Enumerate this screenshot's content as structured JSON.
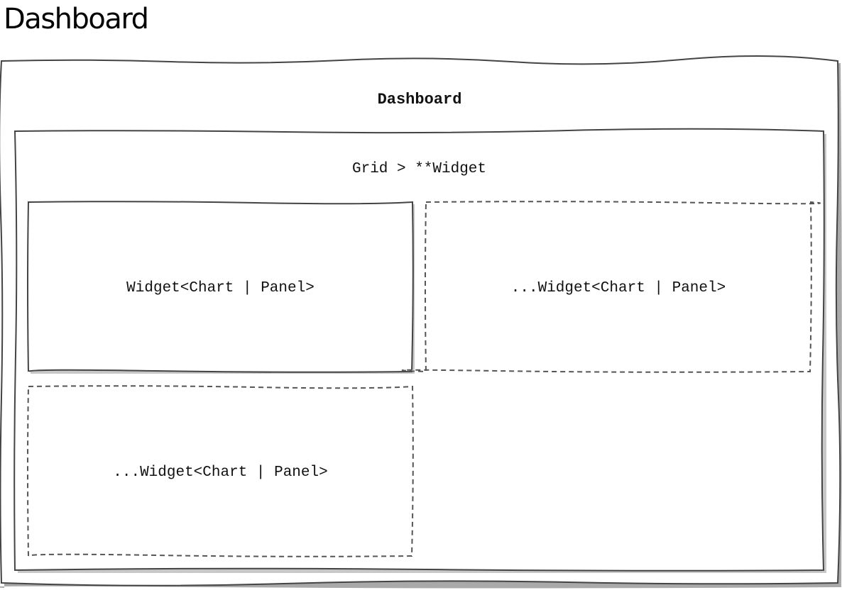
{
  "page_title": "Dashboard",
  "diagram": {
    "dashboard": {
      "label": "Dashboard"
    },
    "grid": {
      "label": "Grid > **Widget"
    },
    "widgets": [
      {
        "label": "Widget<Chart | Panel>",
        "border": "solid"
      },
      {
        "label": "...Widget<Chart | Panel>",
        "border": "dashed"
      },
      {
        "label": "...Widget<Chart | Panel>",
        "border": "dashed"
      }
    ]
  },
  "colors": {
    "stroke": "#444444",
    "shadow": "#a0a0a0",
    "fill": "#ffffff",
    "text": "#111111"
  }
}
